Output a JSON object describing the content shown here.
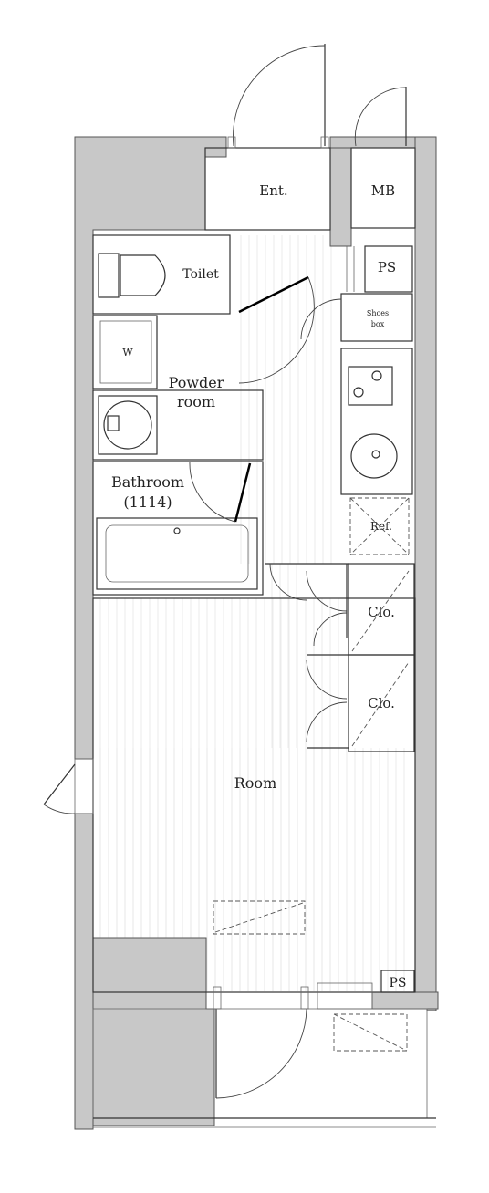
{
  "rooms": {
    "entrance": "Ent.",
    "meter_box": "MB",
    "pipe_space_top": "PS",
    "shoes_box_line1": "Shoes",
    "shoes_box_line2": "box",
    "toilet": "Toilet",
    "washer": "W",
    "powder_room_line1": "Powder",
    "powder_room_line2": "room",
    "bathroom_line1": "Bathroom",
    "bathroom_line2": "(1114)",
    "refrigerator": "Ref.",
    "closet_1": "Clo.",
    "closet_2": "Clo.",
    "main_room": "Room",
    "pipe_space_bottom": "PS"
  }
}
